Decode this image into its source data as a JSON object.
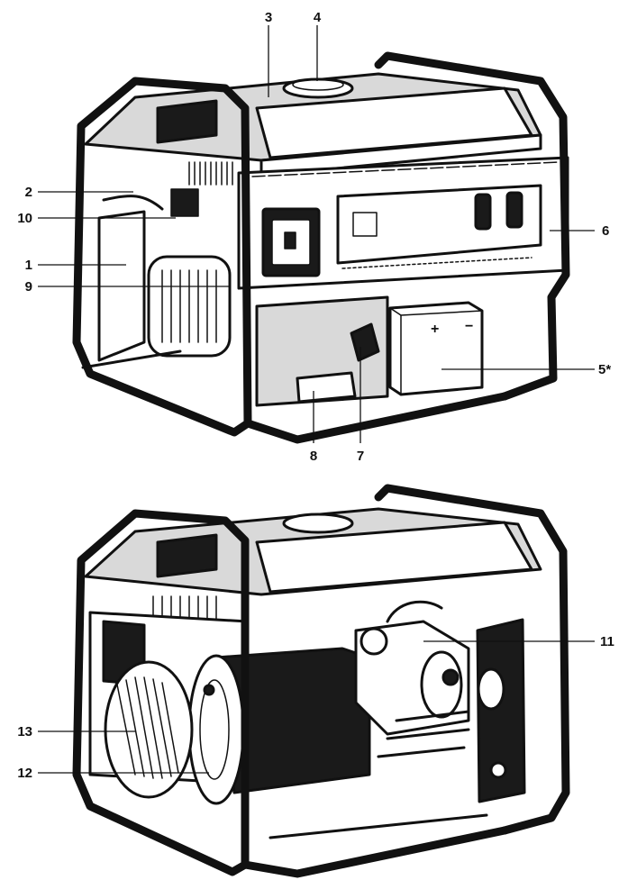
{
  "figure": {
    "type": "exploded-part-callouts",
    "views": [
      {
        "id": "front-view",
        "callouts": [
          {
            "id": "c3",
            "label": "3"
          },
          {
            "id": "c4",
            "label": "4"
          },
          {
            "id": "c2",
            "label": "2"
          },
          {
            "id": "c10",
            "label": "10"
          },
          {
            "id": "c1",
            "label": "1"
          },
          {
            "id": "c9",
            "label": "9"
          },
          {
            "id": "c6",
            "label": "6"
          },
          {
            "id": "c5",
            "label": "5*"
          },
          {
            "id": "c8",
            "label": "8"
          },
          {
            "id": "c7",
            "label": "7"
          }
        ]
      },
      {
        "id": "rear-view",
        "callouts": [
          {
            "id": "c11",
            "label": "11"
          },
          {
            "id": "c13",
            "label": "13"
          },
          {
            "id": "c12",
            "label": "12"
          }
        ]
      }
    ],
    "battery_symbols": {
      "plus": "+",
      "minus": "−"
    },
    "line_color": "#111111",
    "background": "#ffffff"
  }
}
